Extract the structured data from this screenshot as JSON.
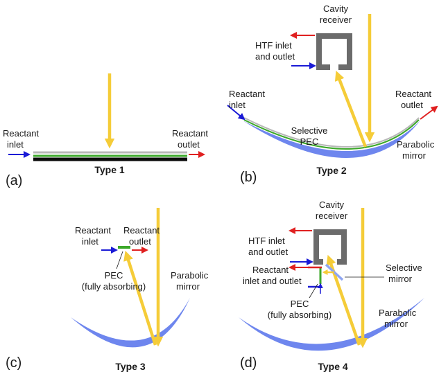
{
  "colors": {
    "sun_ray": "#F5CC38",
    "inlet_arrow": "#1A1AD6",
    "outlet_arrow": "#E02020",
    "pec_green": "#3CA82A",
    "mirror_blue": "#6E86EE",
    "receiver_gray": "#6B6B6B",
    "tube_gray": "#B8B8B8",
    "selective_mirror": "#8FA6F2"
  },
  "panels": {
    "a": {
      "letter": "(a)",
      "type": "Type 1",
      "reactant_inlet": [
        "Reactant",
        "inlet"
      ],
      "reactant_outlet": [
        "Reactant",
        "outlet"
      ]
    },
    "b": {
      "letter": "(b)",
      "type": "Type 2",
      "cavity_receiver": [
        "Cavity",
        "receiver"
      ],
      "htf": [
        "HTF inlet",
        "and outlet"
      ],
      "reactant_inlet": [
        "Reactant",
        "inlet"
      ],
      "reactant_outlet": [
        "Reactant",
        "outlet"
      ],
      "selective_pec": [
        "Selective",
        "PEC"
      ],
      "parabolic_mirror": [
        "Parabolic",
        "mirror"
      ]
    },
    "c": {
      "letter": "(c)",
      "type": "Type 3",
      "reactant_inlet": [
        "Reactant",
        "inlet"
      ],
      "reactant_outlet": [
        "Reactant",
        "outlet"
      ],
      "pec": [
        "PEC",
        "(fully absorbing)"
      ],
      "parabolic_mirror": [
        "Parabolic",
        "mirror"
      ]
    },
    "d": {
      "letter": "(d)",
      "type": "Type 4",
      "cavity_receiver": [
        "Cavity",
        "receiver"
      ],
      "htf": [
        "HTF inlet",
        "and outlet"
      ],
      "reactant": [
        "Reactant",
        "inlet and outlet"
      ],
      "selective_mirror": [
        "Selective",
        "mirror"
      ],
      "pec": [
        "PEC",
        "(fully absorbing)"
      ],
      "parabolic_mirror": [
        "Parabolic",
        "mirror"
      ]
    }
  }
}
